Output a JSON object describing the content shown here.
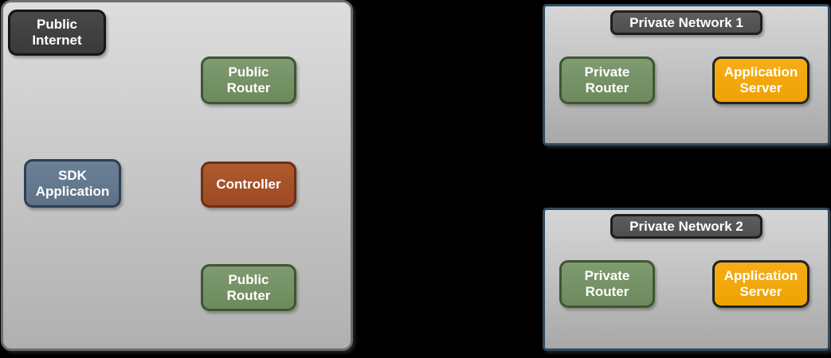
{
  "diagram": {
    "background_color": "#000000",
    "palette": {
      "zone_fill_top": "#dddddd",
      "zone_fill_bottom": "#a8a8a8",
      "public_zone_border": "#6d6d6d",
      "private_zone_border": "#2d4a5e",
      "dark_node_fill": "#3f3f3f",
      "green_node_fill": "#77936a",
      "green_node_border": "#40562f",
      "slate_node_fill": "#64788d",
      "slate_node_border": "#2d3f53",
      "rust_node_fill": "#a65329",
      "rust_node_border": "#6f2f13",
      "orange_node_fill": "#f4a80e",
      "orange_node_border": "#232323",
      "title_node_fill": "#565656",
      "node_text_color": "#ffffff"
    },
    "zones": {
      "public": {
        "nodes": {
          "public_internet": {
            "label": "Public\nInternet"
          },
          "public_router_top": {
            "label": "Public\nRouter"
          },
          "sdk_application": {
            "label": "SDK\nApplication"
          },
          "controller": {
            "label": "Controller"
          },
          "public_router_bottom": {
            "label": "Public\nRouter"
          }
        }
      },
      "private_network_1": {
        "title": "Private Network 1",
        "nodes": {
          "private_router": {
            "label": "Private\nRouter"
          },
          "application_server": {
            "label": "Application\nServer"
          }
        }
      },
      "private_network_2": {
        "title": "Private Network 2",
        "nodes": {
          "private_router": {
            "label": "Private\nRouter"
          },
          "application_server": {
            "label": "Application\nServer"
          }
        }
      }
    }
  }
}
